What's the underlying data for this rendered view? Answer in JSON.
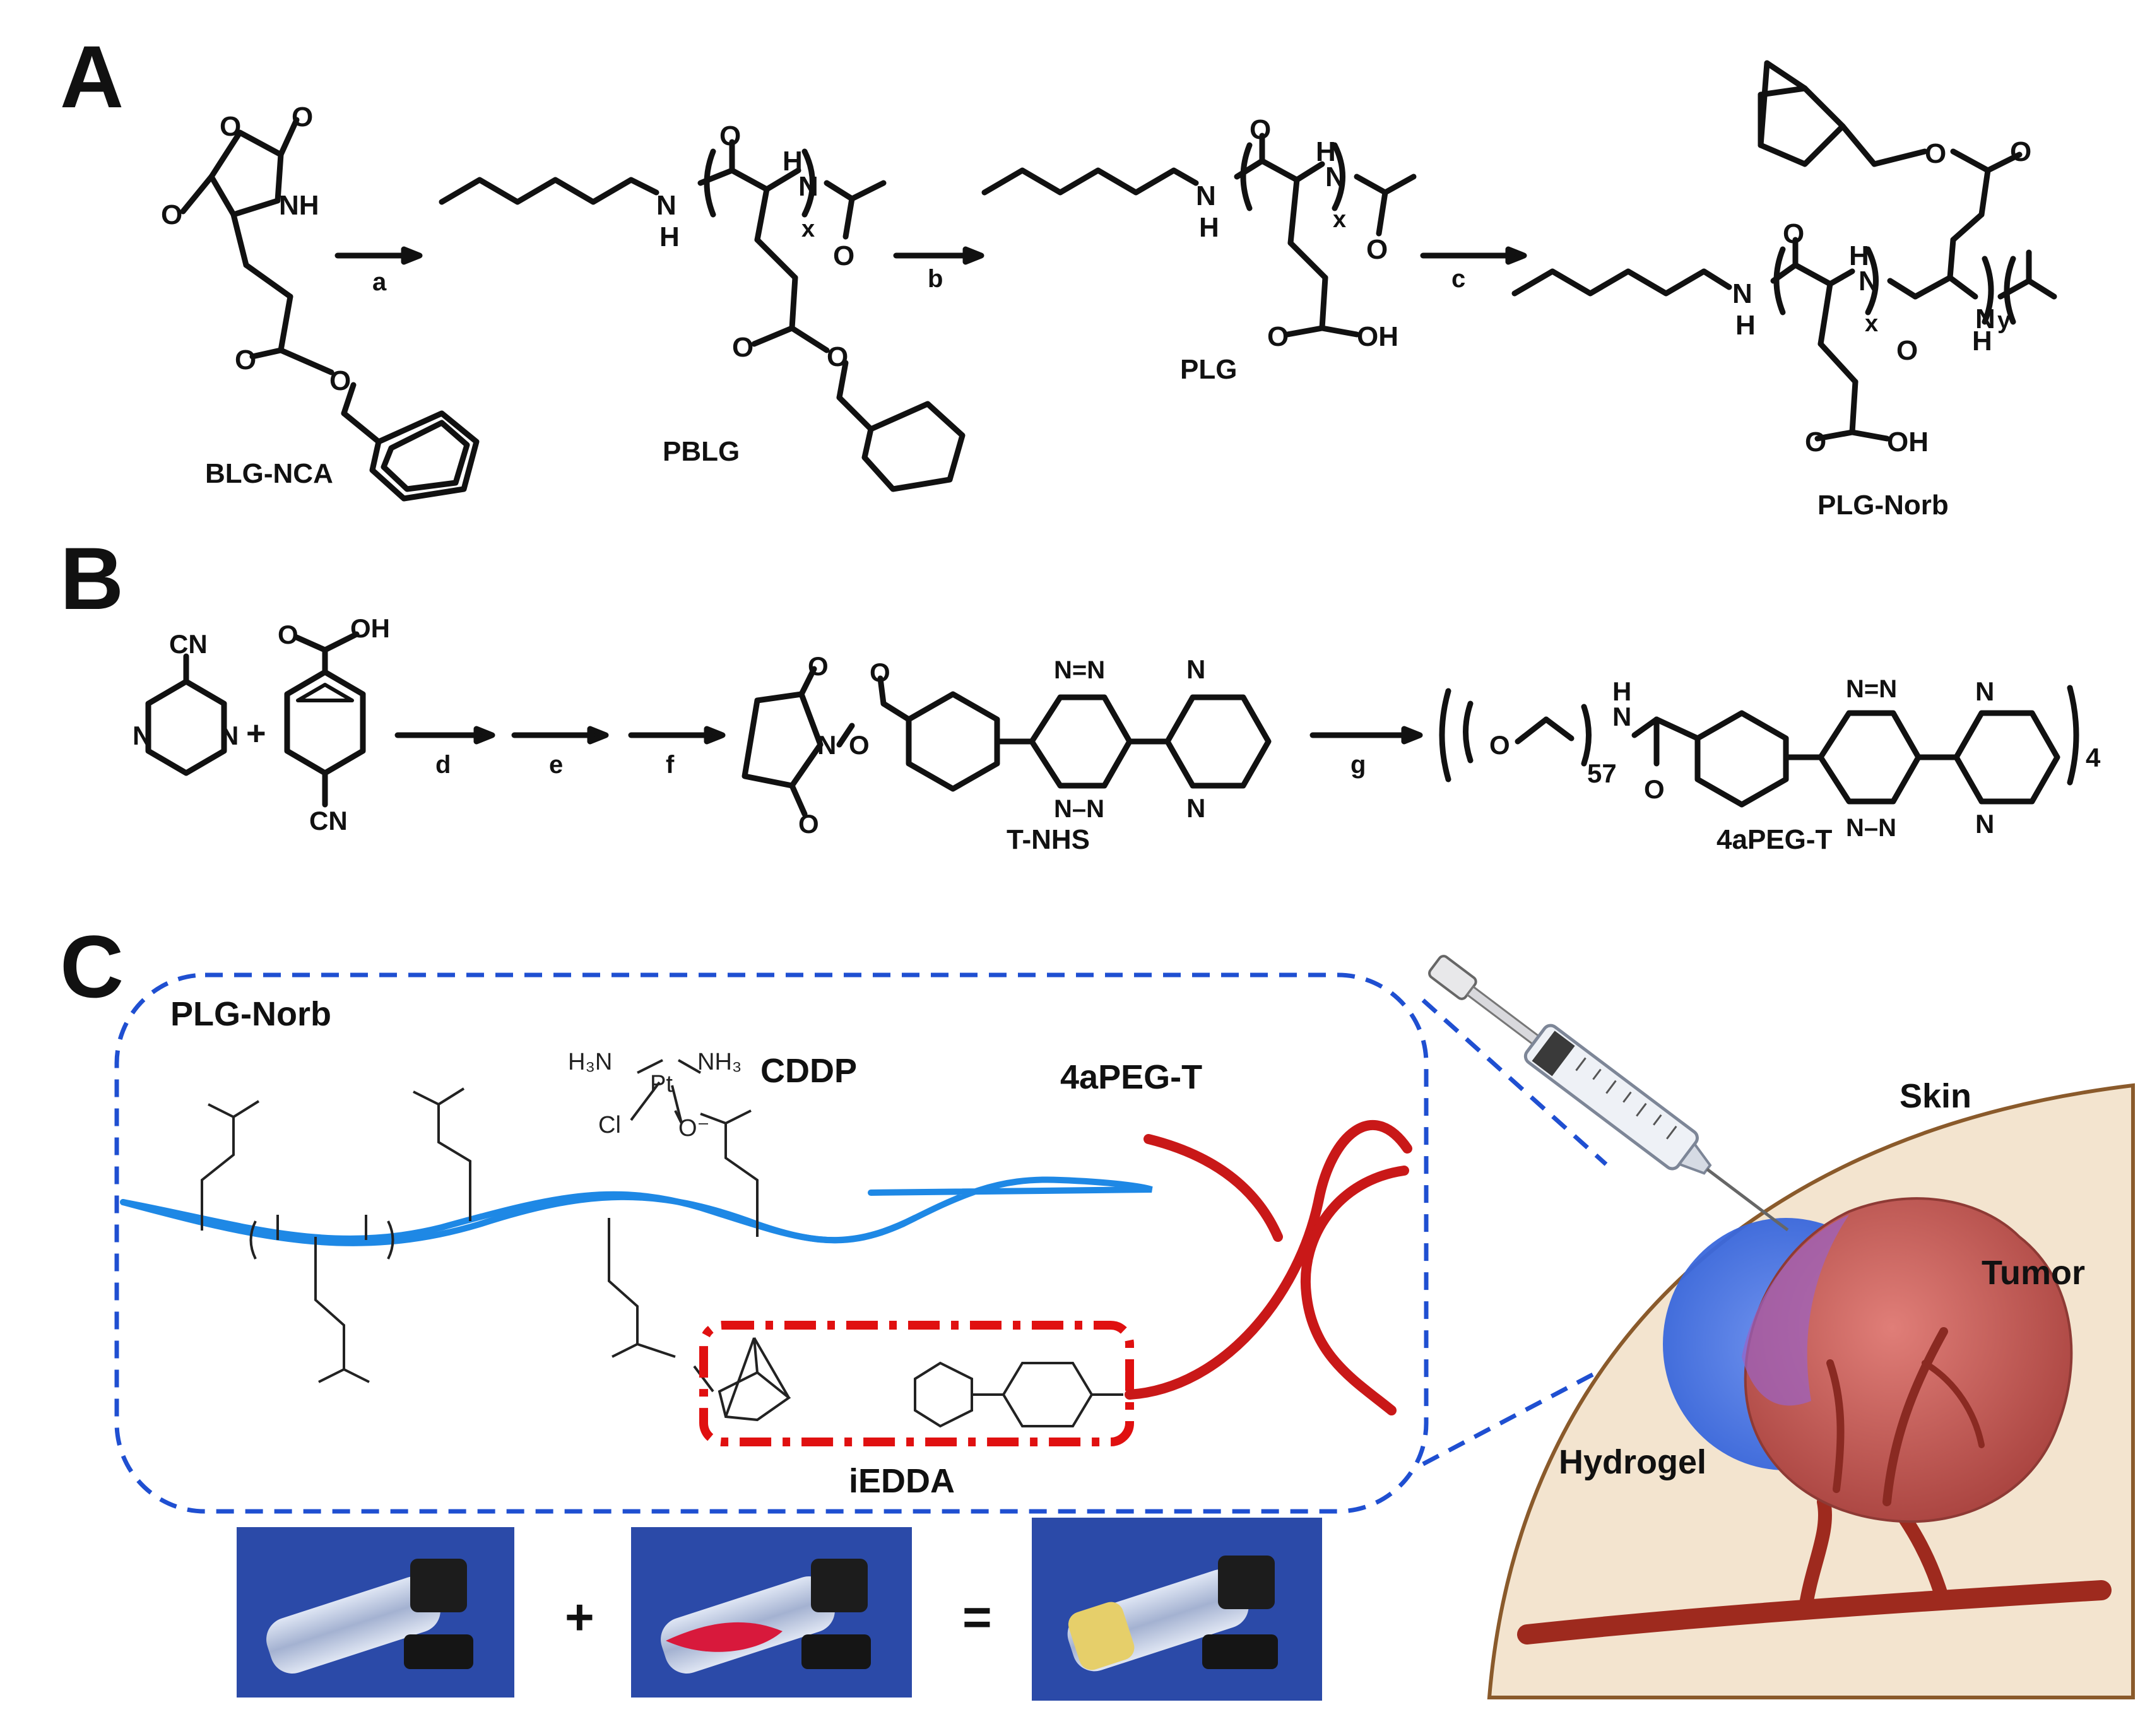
{
  "panels": {
    "a": "A",
    "b": "B",
    "c": "C"
  },
  "scheme_a": {
    "steps": [
      "a",
      "b",
      "c"
    ],
    "compounds": [
      "BLG-NCA",
      "PBLG",
      "PLG",
      "PLG-Norb"
    ],
    "atoms": {
      "o": "O",
      "nh": "NH",
      "h": "H",
      "n": "N",
      "oh": "OH",
      "x": "x",
      "y": "y"
    }
  },
  "scheme_b": {
    "steps": [
      "d",
      "e",
      "f",
      "g"
    ],
    "compounds": [
      "T-NHS",
      "4aPEG-T"
    ],
    "plus": "+",
    "atoms": {
      "cn": "CN",
      "n": "N",
      "o": "O",
      "oh": "OH",
      "h": "H",
      "n_eq_n": "N=N",
      "n_dash_n": "N–N",
      "peg_n": "57",
      "arms": "4"
    }
  },
  "panel_c": {
    "labels": {
      "plg_norb": "PLG-Norb",
      "cddp": "CDDP",
      "peg": "4aPEG-T",
      "iedda": "iEDDA",
      "skin": "Skin",
      "tumor": "Tumor",
      "hydrogel": "Hydrogel"
    },
    "cddp_atoms": {
      "h3n": "H₃N",
      "nh3": "NH₃",
      "pt": "Pt",
      "cl": "Cl",
      "o_minus": "O⁻"
    },
    "photo_ops": [
      "+",
      "="
    ],
    "colors": {
      "backbone": "#1e88e5",
      "peg_arms": "#c91818",
      "box_border": "#1f4fd1",
      "iedda_box": "#e01010",
      "skin": "#f3e4cf",
      "tumor": "#c95a55",
      "hydrogel": "#3a6fe0",
      "vessel": "#9e2a1e",
      "photo_bg": "#2b4aa8",
      "red_solution": "#d8193c",
      "yellow_gel": "#e6cf6a"
    }
  }
}
